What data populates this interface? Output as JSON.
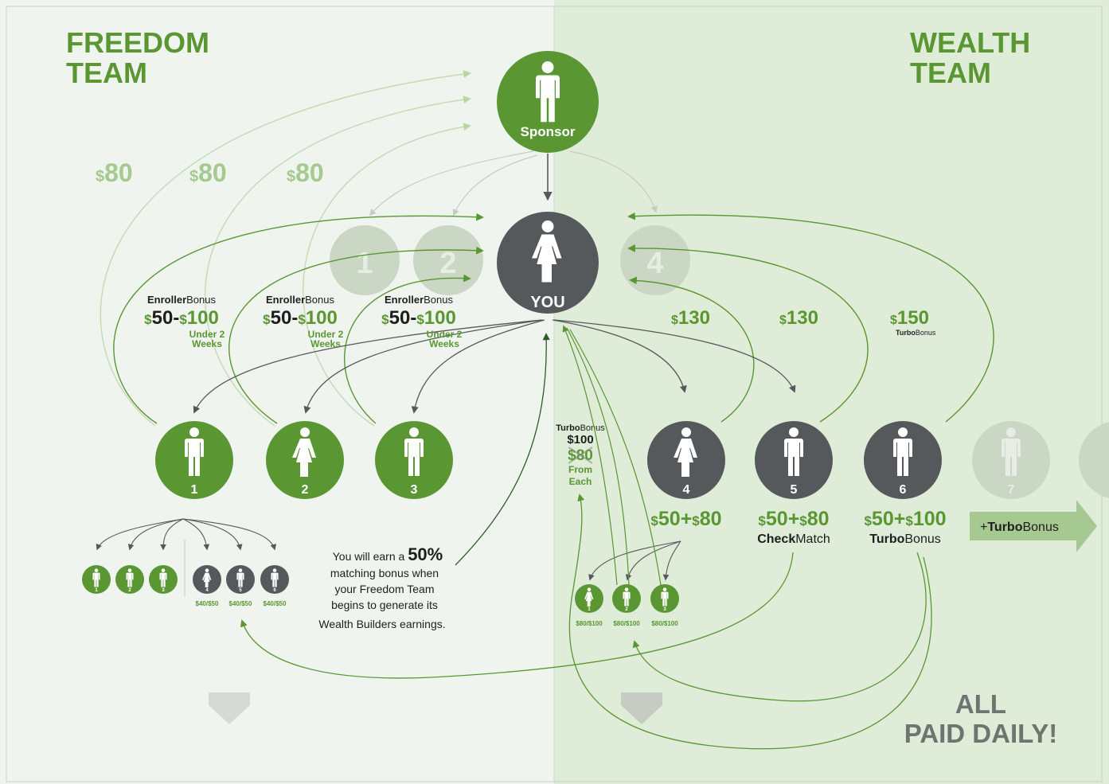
{
  "colors": {
    "green": "#5a9632",
    "light_green": "#8bbf6e",
    "faded_green": "#a6c891",
    "dark": "#55595c",
    "left_bg": "#eff4ef",
    "right_bg": "#dfecd8",
    "faded_circle": "#cad7c4"
  },
  "teams": {
    "freedom_line1": "FREEDOM",
    "freedom_line2": "TEAM",
    "wealth_line1": "WEALTH",
    "wealth_line2": "TEAM"
  },
  "top": {
    "sponsor_label": "Sponsor",
    "you_label": "YOU",
    "faded_left_1": "1",
    "faded_left_2": "2",
    "faded_right_4": "4"
  },
  "freedom_amounts": {
    "sym": "$",
    "a1": "80",
    "a2": "80",
    "a3": "80"
  },
  "enroller_bonus": {
    "bold": "Enroller",
    "rest": "Bonus",
    "sym": "$",
    "low": "50",
    "dash": "-",
    "high": "100",
    "under1": "Under 2",
    "under2": "Weeks"
  },
  "wealth_amounts": {
    "sym": "$",
    "a4": "130",
    "a5": "130",
    "a6": "150",
    "turbo_bold": "Turbo",
    "turbo_rest": "Bonus"
  },
  "members": {
    "m1": "1",
    "m2": "2",
    "m3": "3",
    "m4": "4",
    "m5": "5",
    "m6": "6",
    "m7": "7"
  },
  "mini_left": {
    "n1": "1",
    "n2": "2",
    "n3": "3",
    "n4": "4",
    "n5": "5",
    "n6": "6",
    "amount": "$40/$50"
  },
  "mini_right": {
    "n1": "1",
    "n2": "2",
    "n3": "3",
    "amount": "$80/$100"
  },
  "turbo_note": {
    "bold": "Turbo",
    "rest": "Bonus",
    "amount_new": "$100",
    "amount_old": "$80",
    "from": "From",
    "each": "Each"
  },
  "earnings": {
    "m4_a": "50",
    "m4_plus": "+",
    "m4_b": "80",
    "m5_a": "50",
    "m5_plus": "+",
    "m5_b": "80",
    "m6_a": "50",
    "m6_plus": "+",
    "m6_b": "100",
    "sym": "$",
    "check_bold": "Check",
    "check_rest": "Match",
    "turbo_bold": "Turbo",
    "turbo_rest": "Bonus",
    "arrow_plus": "+",
    "arrow_bold": "Turbo",
    "arrow_rest": "Bonus"
  },
  "matching_text": {
    "l1a": "You will earn a ",
    "l1b": "50%",
    "l2": "matching bonus when",
    "l3": "your Freedom Team",
    "l4": "begins to generate its",
    "l5": "Wealth Builders earnings."
  },
  "paid": {
    "line1": "ALL",
    "line2": "PAID DAILY!"
  }
}
